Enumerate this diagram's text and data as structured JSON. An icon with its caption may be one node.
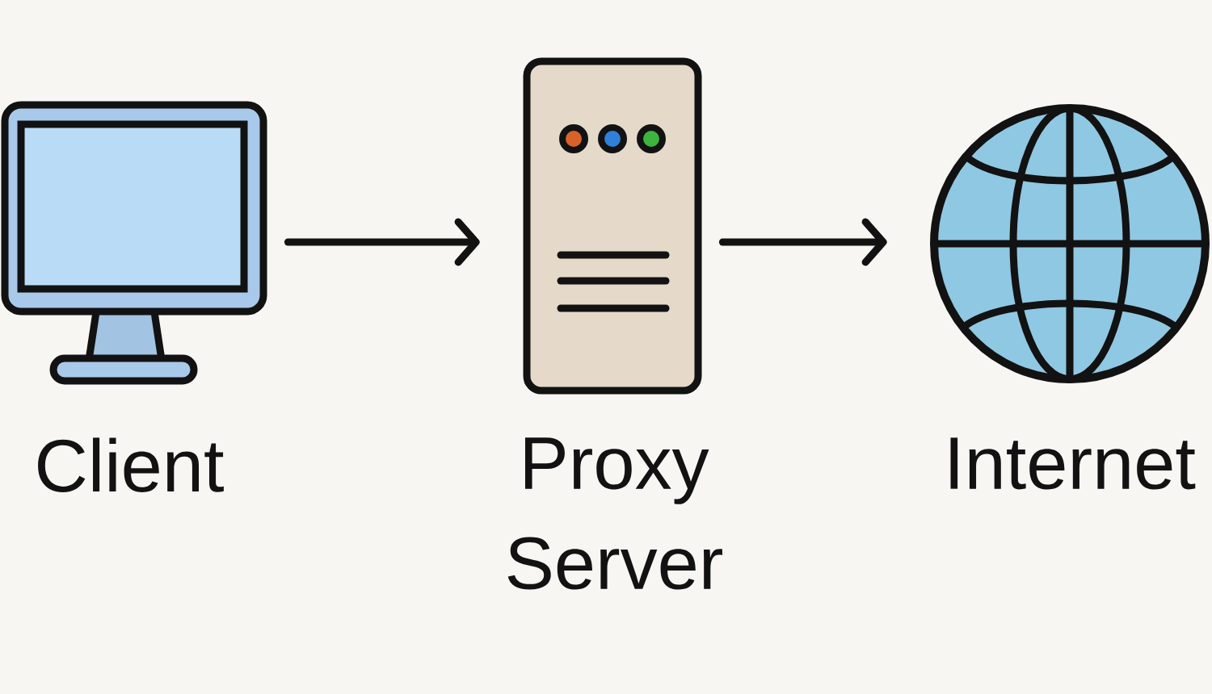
{
  "diagram": {
    "nodes": [
      {
        "text": [
          "Client"
        ]
      },
      {
        "text": [
          "Proxy Server"
        ]
      },
      {
        "text": [
          "Internet"
        ]
      }
    ],
    "edges": [
      {
        "from": 0,
        "to": 1,
        "arrow": "to"
      },
      {
        "from": 1,
        "to": 2,
        "arrow": "to"
      }
    ]
  }
}
